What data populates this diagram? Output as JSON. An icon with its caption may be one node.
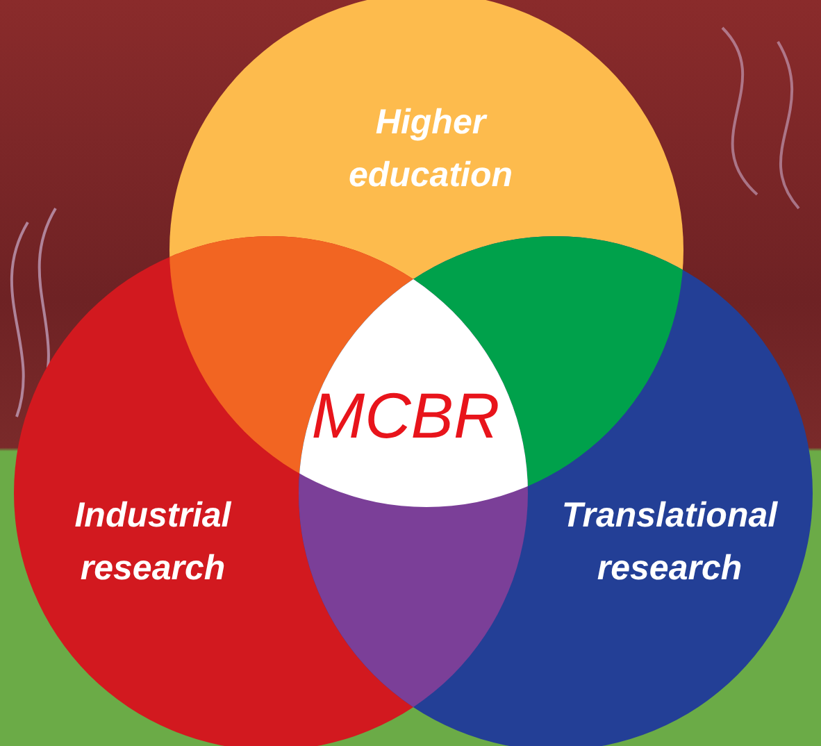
{
  "diagram": {
    "nodes": [
      {
        "text": [
          "Higher education"
        ]
      },
      {
        "text": [
          "Industrial research"
        ]
      },
      {
        "text": [
          "Translational research"
        ]
      }
    ],
    "labels": [
      "MCBR"
    ]
  }
}
